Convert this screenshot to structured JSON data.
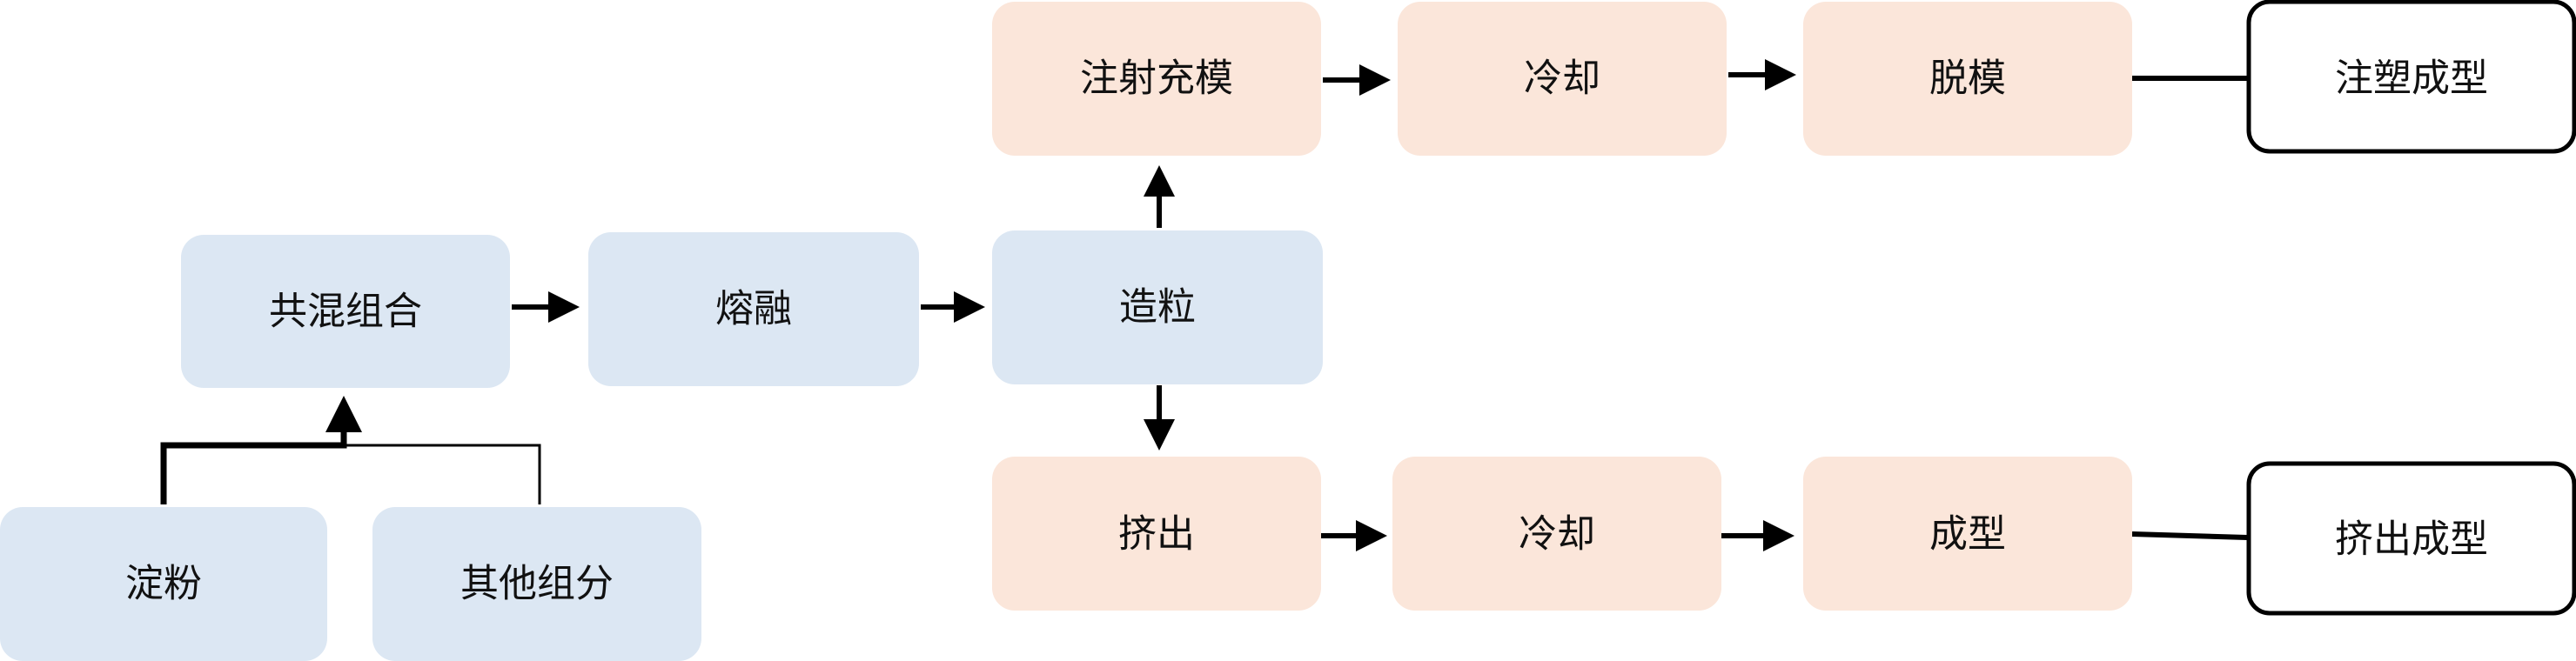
{
  "colors": {
    "blue_fill": "#dce7f3",
    "orange_fill": "#fbe6da",
    "result_fill": "#ffffff",
    "result_stroke": "#000000",
    "line": "#000000",
    "text": "#111111"
  },
  "nodes": {
    "starch": "淀粉",
    "other": "其他组分",
    "blend": "共混组合",
    "melt": "熔融",
    "pellet": "造粒",
    "inject": "注射充模",
    "cool_top": "冷却",
    "demold": "脱模",
    "result_top": "注塑成型",
    "extrude": "挤出",
    "cool_bottom": "冷却",
    "shape": "成型",
    "result_bottom": "挤出成型"
  }
}
